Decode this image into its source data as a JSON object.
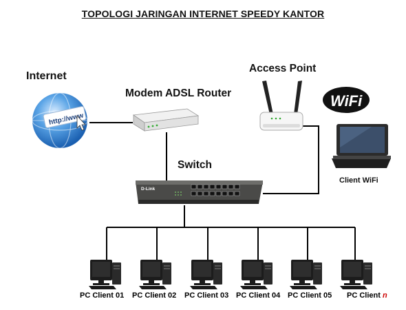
{
  "title": "TOPOLOGI JARINGAN INTERNET SPEEDY KANTOR",
  "nodes": {
    "internet": {
      "label": "Internet",
      "icon": "internet-globe-icon",
      "globe_text": "http://www"
    },
    "modem": {
      "label": "Modem ADSL Router",
      "icon": "adsl-router-icon"
    },
    "access_point": {
      "label": "Access Point",
      "icon": "wireless-access-point-icon"
    },
    "switch": {
      "label": "Switch",
      "icon": "network-switch-icon",
      "brand": "D-Link"
    },
    "wifi_logo": {
      "text": "WiFi",
      "icon": "wifi-logo-icon"
    },
    "client_wifi": {
      "label": "Client WiFi",
      "icon": "laptop-icon"
    }
  },
  "pc_clients": [
    {
      "label": "PC Client 01"
    },
    {
      "label": "PC Client 02"
    },
    {
      "label": "PC Client 03"
    },
    {
      "label": "PC Client 04"
    },
    {
      "label": "PC Client 05"
    },
    {
      "label": "PC Client ",
      "suffix": "n"
    }
  ],
  "colors": {
    "line": "#000000",
    "globe": "#2f7fd0",
    "n_suffix": "#cc0000"
  }
}
